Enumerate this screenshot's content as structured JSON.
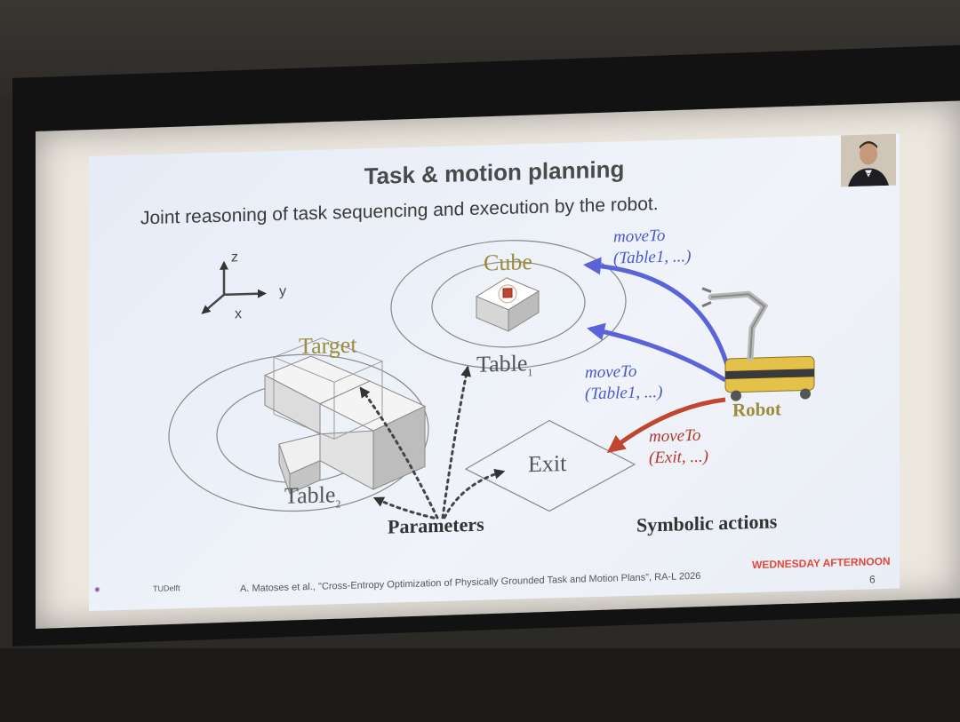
{
  "slide": {
    "title": "Task & motion planning",
    "subtitle": "Joint reasoning of task sequencing and execution by the robot.",
    "axes": {
      "z": "z",
      "y": "y",
      "x": "x"
    },
    "labels": {
      "cube": "Cube",
      "target": "Target",
      "table1": "Table",
      "table1_sub": "1",
      "table2": "Table",
      "table2_sub": "2",
      "exit": "Exit",
      "robot": "Robot",
      "parameters": "Parameters",
      "symbolic_actions": "Symbolic actions"
    },
    "actions": [
      {
        "line1": "moveTo",
        "line2": "(Table1, ...)"
      },
      {
        "line1": "moveTo",
        "line2": "(Table1, ...)"
      },
      {
        "line1": "moveTo",
        "line2": "(Exit, ...)"
      }
    ],
    "footer": {
      "citation": "A. Matoses et al., \"Cross-Entropy Optimization of Physically Grounded Task and Motion Plans\", RA-L 2026",
      "session": "WEDNESDAY AFTERNOON",
      "page": "6",
      "logo_right": "TUDelft"
    }
  },
  "colors": {
    "blue_action": "#5a64d8",
    "red_action": "#c0462f",
    "olive_label": "#9a8c3a",
    "robot_body": "#e4c24a",
    "session_red": "#e0483a"
  }
}
